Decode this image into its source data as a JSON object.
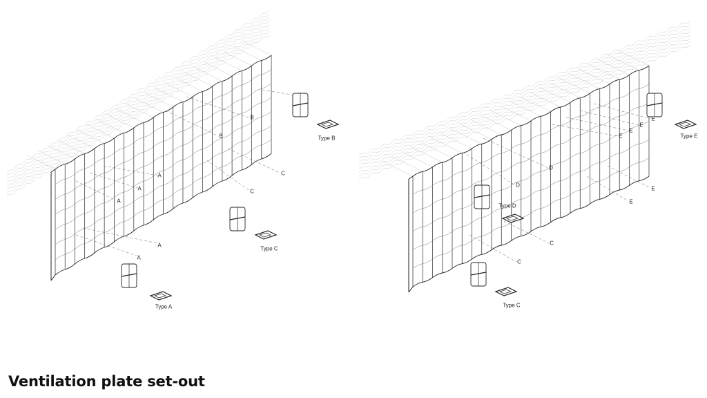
{
  "title": "Ventilation plate set-out",
  "left_drawing": {
    "callouts": [
      "A",
      "A",
      "A",
      "A",
      "A",
      "B",
      "B",
      "C",
      "C"
    ],
    "types": [
      "Type A",
      "Type B",
      "Type C"
    ]
  },
  "right_drawing": {
    "callouts": [
      "D",
      "D",
      "E",
      "E",
      "E",
      "E",
      "E",
      "E",
      "C",
      "C"
    ],
    "types": [
      "Type D",
      "Type C",
      "Type E"
    ]
  },
  "colors": {
    "line": "#222222",
    "faint": "#c8c8c8",
    "text": "#111111"
  }
}
